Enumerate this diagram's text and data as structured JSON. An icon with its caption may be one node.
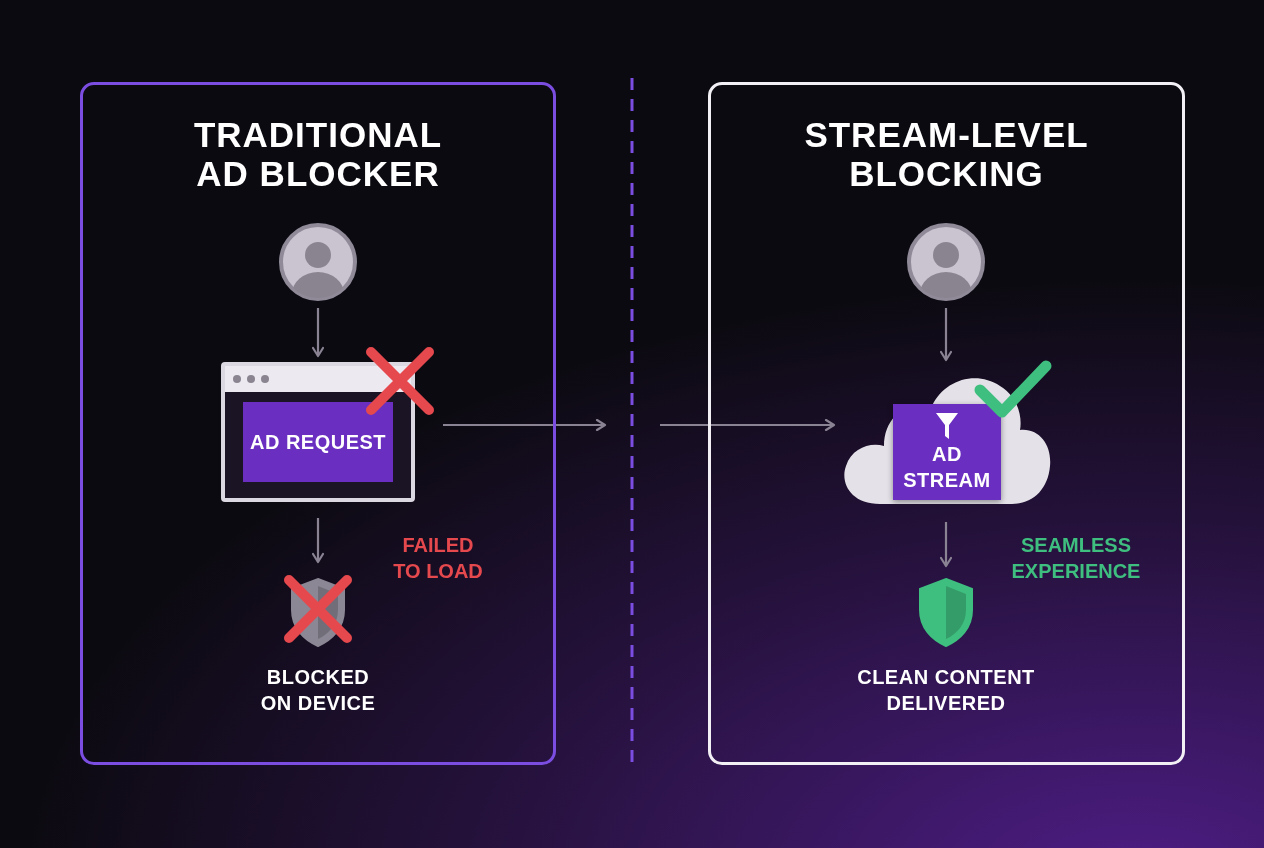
{
  "diagram": {
    "nodes": [
      {
        "text": [
          "TRADITIONAL AD BLOCKER"
        ]
      },
      {
        "text": [],
        "shape": "person",
        "in": 0
      },
      {
        "text": [],
        "shape": "box",
        "in": 0
      },
      {
        "text": [
          "AD REQUEST"
        ],
        "in": 2
      },
      {
        "text": [
          "BLOCKED ON DEVICE"
        ],
        "in": 0
      },
      {
        "text": [
          "STREAM-LEVEL BLOCKING"
        ]
      },
      {
        "text": [],
        "shape": "person",
        "in": 5
      },
      {
        "text": [],
        "shape": "cloud",
        "in": 5
      },
      {
        "text": [
          "AD STREAM"
        ],
        "in": 7
      },
      {
        "text": [
          "CLEAN CONTENT DELIVERED"
        ],
        "in": 5
      }
    ],
    "edges": [
      {
        "from": 1,
        "to": 2,
        "arrow": "to"
      },
      {
        "from": 2,
        "to": 4,
        "arrow": "to",
        "label": "FAILED TO LOAD"
      },
      {
        "from": 6,
        "to": 7,
        "arrow": "to"
      },
      {
        "from": 7,
        "to": 9,
        "arrow": "to",
        "label": "SEAMLESS EXPERIENCE"
      },
      {
        "from": 2,
        "to": null,
        "arrow": "to"
      },
      {
        "from": null,
        "to": 7,
        "arrow": "to"
      }
    ]
  }
}
